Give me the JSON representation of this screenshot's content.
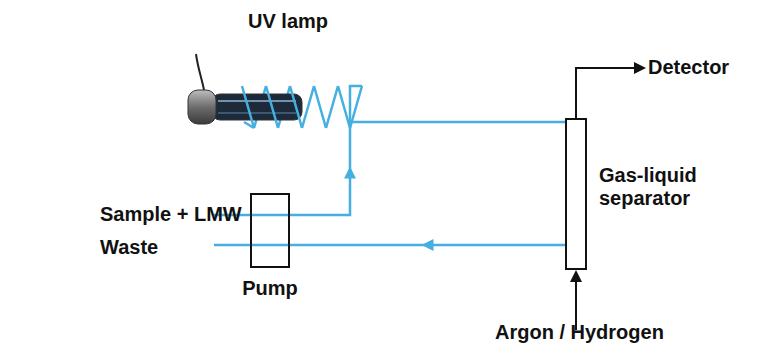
{
  "diagram": {
    "nodes": [
      {
        "text": [
          "UV lamp"
        ]
      },
      {
        "text": [
          "Pump"
        ]
      },
      {
        "text": [
          "Gas-liquid separator"
        ]
      }
    ],
    "edges": [
      {
        "from": 1,
        "to": 0,
        "arrow": "to"
      },
      {
        "from": 0,
        "to": 2,
        "arrow": "none"
      },
      {
        "from": 2,
        "to": 1,
        "arrow": "to"
      }
    ],
    "labels": [
      "Sample + LMW",
      "Waste",
      "Detector",
      "Argon / Hydrogen"
    ]
  }
}
